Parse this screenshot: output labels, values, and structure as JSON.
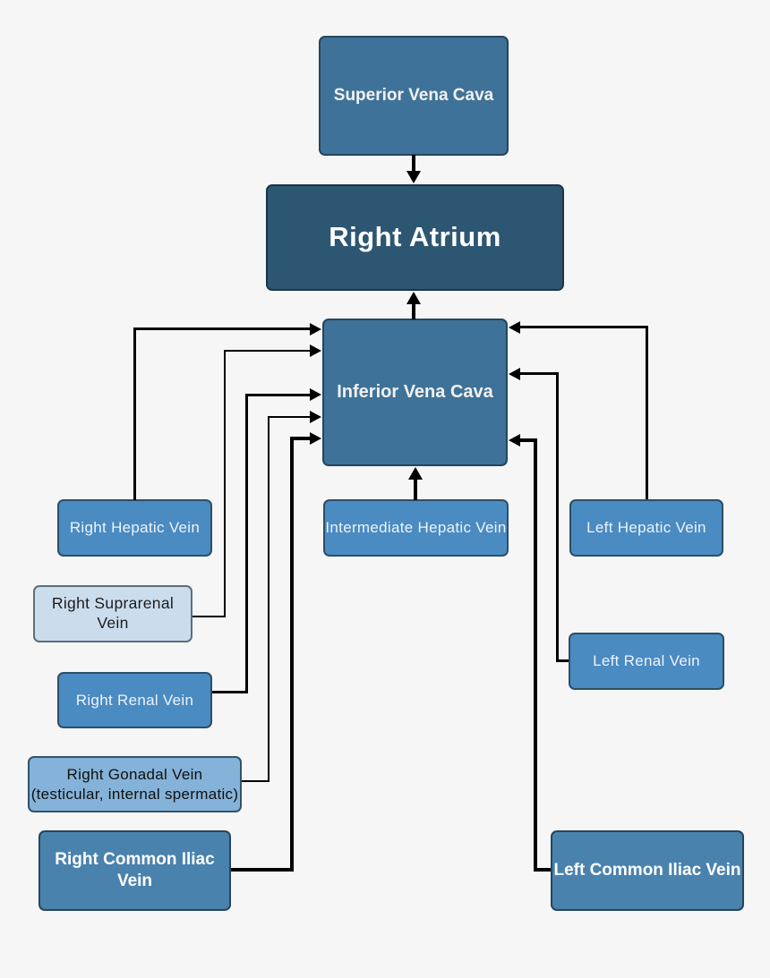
{
  "diagram": {
    "type": "flowchart",
    "subject": "Venous return into the right atrium",
    "colors": {
      "background": "#f6f6f6",
      "main_box_fill": "#3f7298",
      "atrium_fill": "#2d5673",
      "vein_fill": "#4a8bc2",
      "iliac_fill": "#4a82ae",
      "suprarenal_fill": "#cbdded",
      "gonadal_fill": "#85b2d8",
      "connector": "#000000",
      "light_text": "#ffffff",
      "dark_text": "#1c1c1c"
    },
    "nodes": {
      "svc": {
        "label": "Superior Vena Cava"
      },
      "right_atrium": {
        "label": "Right Atrium"
      },
      "ivc": {
        "label": "Inferior Vena Cava"
      },
      "right_hepatic": {
        "label": "Right Hepatic Vein"
      },
      "intermediate_hepatic": {
        "label": "Intermediate Hepatic Vein"
      },
      "left_hepatic": {
        "label": "Left Hepatic Vein"
      },
      "right_suprarenal": {
        "label": "Right Suprarenal Vein"
      },
      "right_renal": {
        "label": "Right Renal Vein"
      },
      "left_renal": {
        "label": "Left Renal Vein"
      },
      "right_gonadal": {
        "label": "Right Gonadal Vein",
        "sublabel": "(testicular, internal spermatic)"
      },
      "right_common_iliac": {
        "label": "Right Common Iliac Vein"
      },
      "left_common_iliac": {
        "label": "Left Common Iliac Vein"
      }
    },
    "edges": [
      {
        "from": "Superior Vena Cava",
        "to": "Right Atrium"
      },
      {
        "from": "Inferior Vena Cava",
        "to": "Right Atrium"
      },
      {
        "from": "Intermediate Hepatic Vein",
        "to": "Inferior Vena Cava"
      },
      {
        "from": "Right Hepatic Vein",
        "to": "Inferior Vena Cava"
      },
      {
        "from": "Right Suprarenal Vein",
        "to": "Inferior Vena Cava"
      },
      {
        "from": "Right Renal Vein",
        "to": "Inferior Vena Cava"
      },
      {
        "from": "Right Gonadal Vein",
        "to": "Inferior Vena Cava"
      },
      {
        "from": "Right Common Iliac Vein",
        "to": "Inferior Vena Cava"
      },
      {
        "from": "Left Hepatic Vein",
        "to": "Inferior Vena Cava"
      },
      {
        "from": "Left Renal Vein",
        "to": "Inferior Vena Cava"
      },
      {
        "from": "Left Common Iliac Vein",
        "to": "Inferior Vena Cava"
      }
    ]
  }
}
